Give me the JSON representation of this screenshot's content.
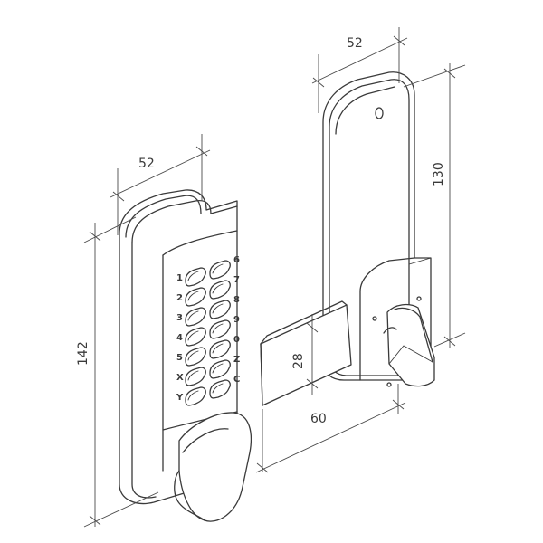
{
  "dimensions": {
    "keypad_width": "52",
    "keypad_height": "142",
    "back_plate_width": "52",
    "back_plate_height": "130",
    "latch_thickness": "28",
    "latch_backset": "60"
  },
  "keypad": {
    "left_column": [
      "1",
      "2",
      "3",
      "4",
      "5",
      "X",
      "Y"
    ],
    "right_column": [
      "6",
      "7",
      "8",
      "9",
      "0",
      "Z",
      "C"
    ]
  }
}
